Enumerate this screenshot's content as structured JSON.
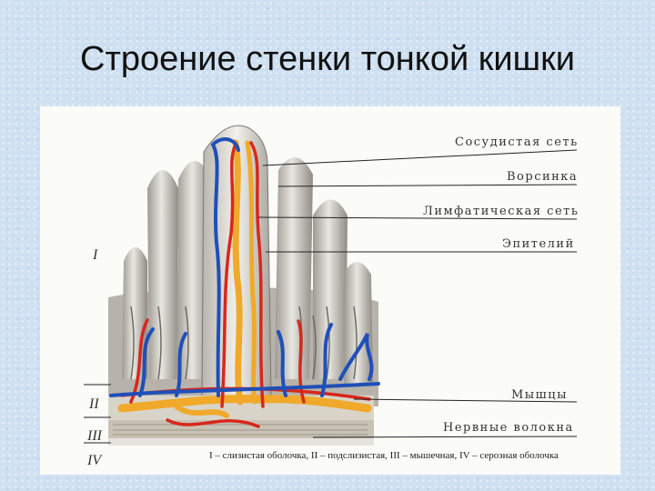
{
  "slide": {
    "title": "Строение стенки тонкой кишки"
  },
  "figure": {
    "labels": [
      {
        "id": "vascular-network",
        "text": "Сосудистая сеть"
      },
      {
        "id": "villus",
        "text": "Ворсинка"
      },
      {
        "id": "lymphatic-network",
        "text": "Лимфатическая сеть"
      },
      {
        "id": "epithelium",
        "text": "Эпителий"
      },
      {
        "id": "muscles",
        "text": "Мышцы"
      },
      {
        "id": "nerve-fibers",
        "text": "Нервные волокна"
      }
    ],
    "layers": [
      "I",
      "II",
      "III",
      "IV"
    ],
    "caption": "I – слизистая оболочка, II – подслизистая, III – мышечная, IV – серозная оболочка"
  },
  "colors": {
    "artery": "#d8271c",
    "vein": "#1f4fb8",
    "lymph": "#f0a92a",
    "tissue": "#c9c5bc"
  }
}
